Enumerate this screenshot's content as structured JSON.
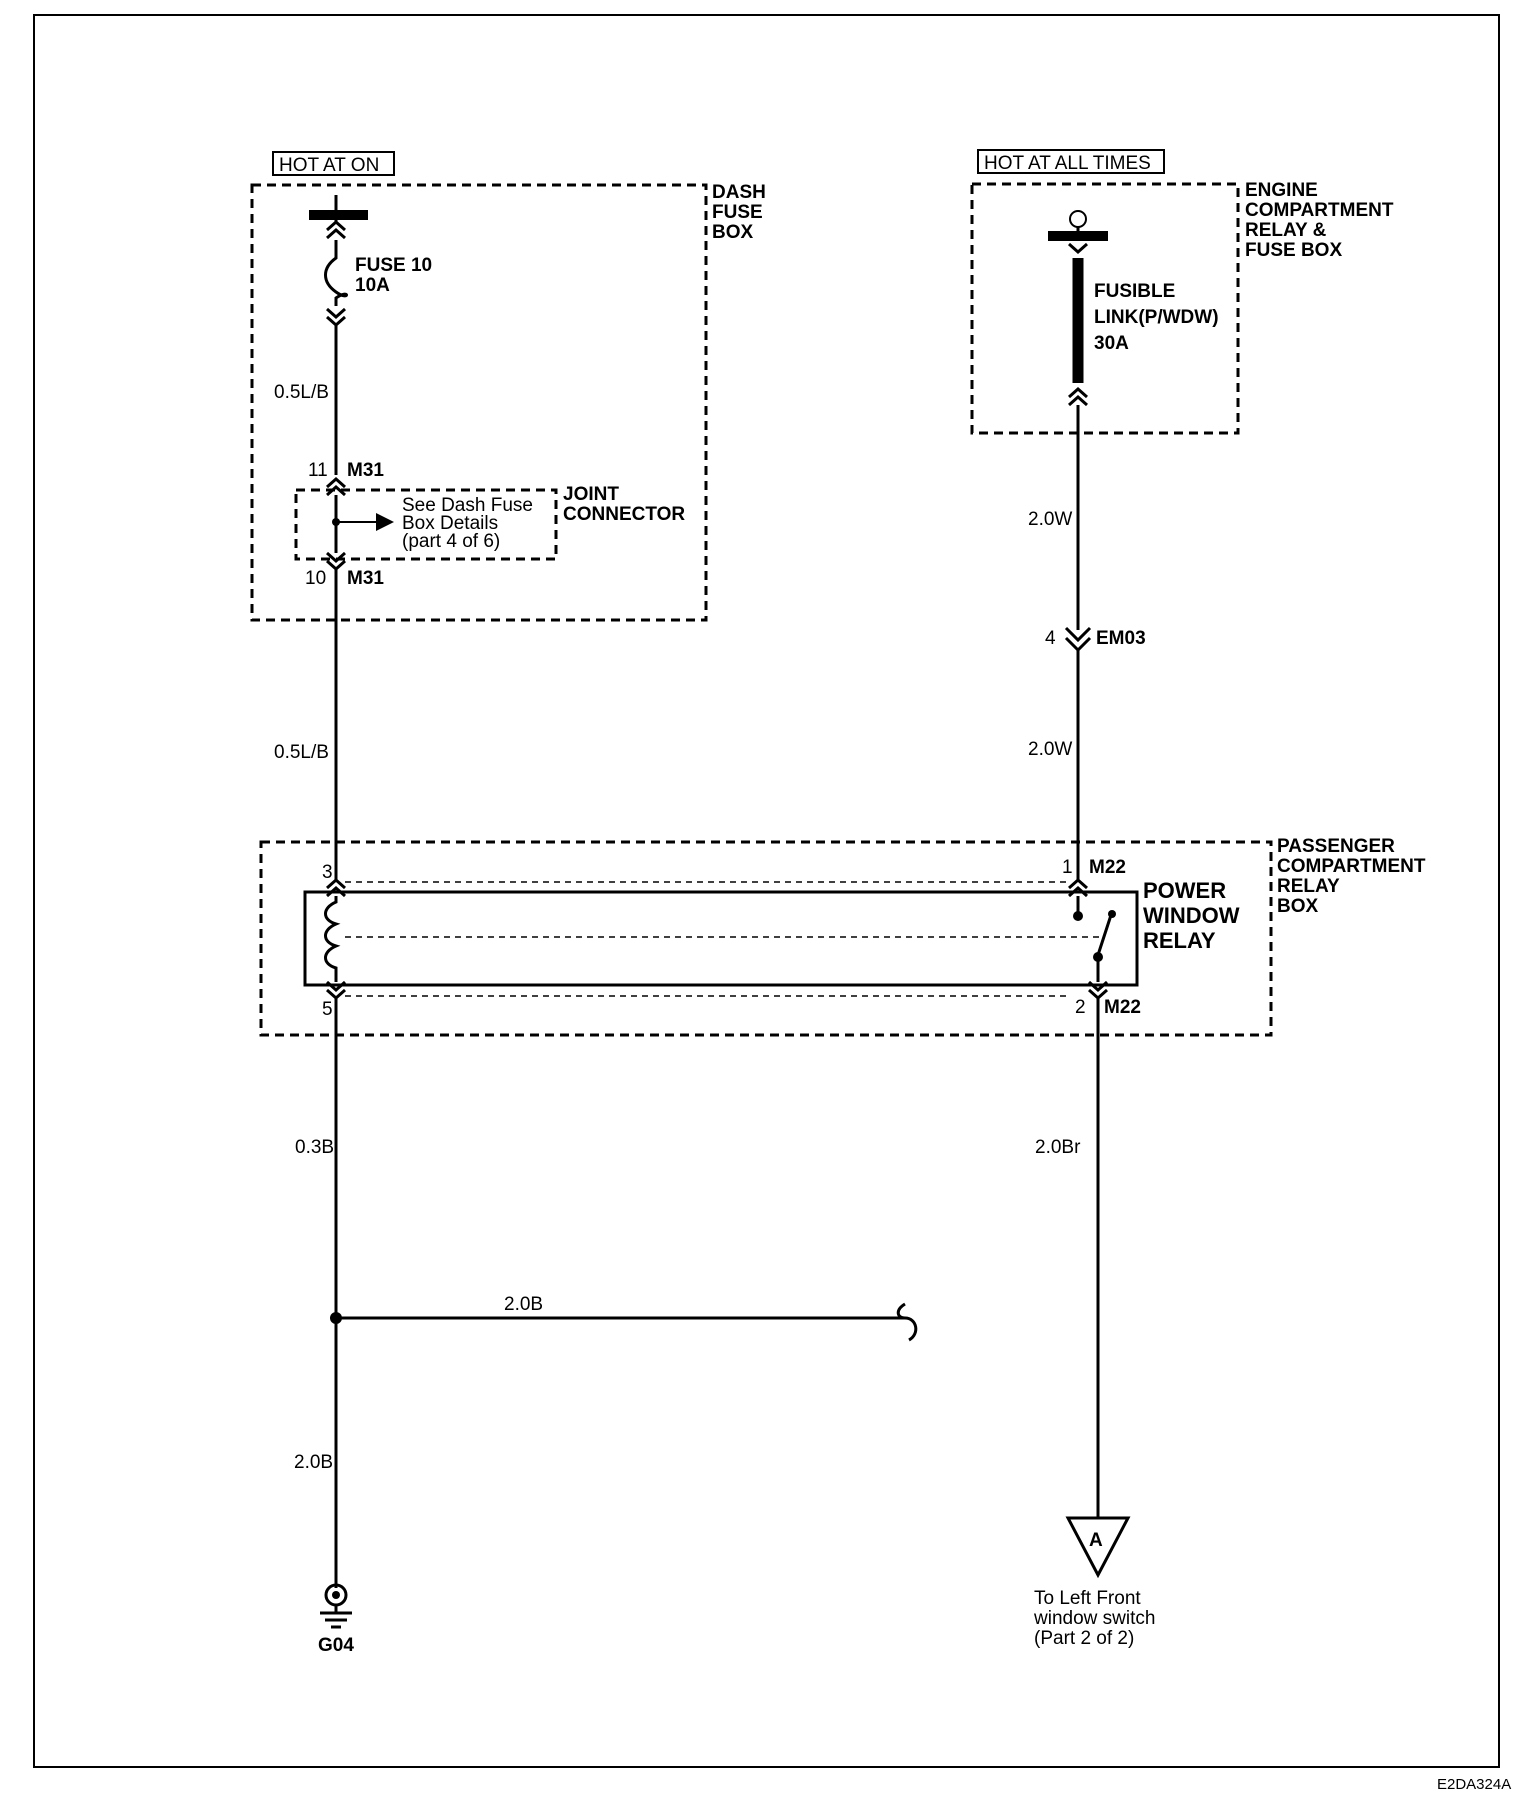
{
  "power_sources": {
    "left": "HOT AT ON",
    "right": "HOT AT ALL TIMES"
  },
  "boxes": {
    "dash_fuse_box": [
      "DASH",
      "FUSE",
      "BOX"
    ],
    "engine_box": [
      "ENGINE",
      "COMPARTMENT",
      "RELAY &",
      "FUSE BOX"
    ],
    "passenger_box": [
      "PASSENGER",
      "COMPARTMENT",
      "RELAY",
      "BOX"
    ],
    "joint_connector": [
      "JOINT",
      "CONNECTOR"
    ]
  },
  "fuse": {
    "name": "FUSE 10",
    "rating": "10A"
  },
  "fusible_link": [
    "FUSIBLE",
    "LINK(P/WDW)",
    "30A"
  ],
  "joint_note": [
    "See Dash Fuse",
    "Box Details",
    "(part 4 of 6)"
  ],
  "connectors": {
    "m31_top_pin": "11",
    "m31_top": "M31",
    "m31_bottom_pin": "10",
    "m31_bottom": "M31",
    "em03_pin": "4",
    "em03": "EM03",
    "m22_coil_top_pin": "3",
    "m22_coil_bottom_pin": "5",
    "m22_contact_top_pin": "1",
    "m22_contact_top": "M22",
    "m22_contact_bottom_pin": "2",
    "m22_contact_bottom": "M22"
  },
  "relay": [
    "POWER",
    "WINDOW",
    "RELAY"
  ],
  "wires": {
    "left_upper": "0.5L/B",
    "left_mid": "0.5L/B",
    "right_upper": "2.0W",
    "right_mid": "2.0W",
    "left_lower": "0.3B",
    "branch": "2.0B",
    "left_bottom": "2.0B",
    "right_lower": "2.0Br"
  },
  "ground": "G04",
  "offpage": {
    "letter": "A",
    "note": [
      "To Left Front",
      "window switch",
      "(Part 2 of 2)"
    ]
  },
  "figure_code": "E2DA324A"
}
